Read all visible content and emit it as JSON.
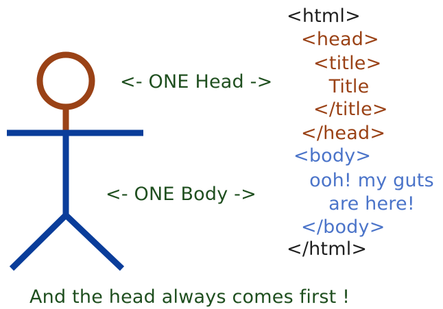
{
  "diagram": {
    "labels": {
      "one_head": "<- ONE Head ->",
      "one_body": "<- ONE Body ->",
      "footer": "And the head always comes first !"
    },
    "code": {
      "html_open": "<html>",
      "head_open": "<head>",
      "title_open": "<title>",
      "title_text": "Title",
      "title_close": "</title>",
      "head_close": "</head>",
      "body_open": "<body>",
      "body_text_1": "ooh! my guts",
      "body_text_2": "are here!",
      "body_close": "</body>",
      "html_close": "</html>"
    },
    "colors": {
      "head": "#9a4216",
      "body": "#0a3d9a",
      "label_text": "#1f4f1f",
      "html_tags": "#1f1f1f",
      "head_code": "#9a4216",
      "body_code": "#4b74c9"
    }
  }
}
